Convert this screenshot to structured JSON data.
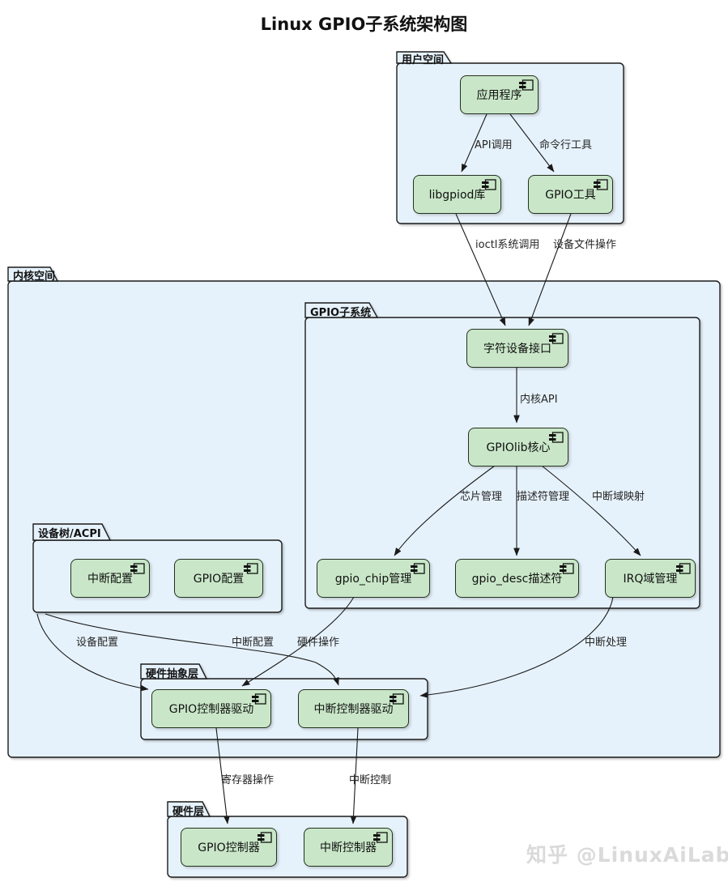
{
  "title": "Linux GPIO子系统架构图",
  "watermark": "知乎 @LinuxAiLab",
  "packages": {
    "user_space": {
      "label": "用户空间"
    },
    "kernel_space": {
      "label": "内核空间"
    },
    "gpio_subsystem": {
      "label": "GPIO子系统"
    },
    "device_tree": {
      "label": "设备树/ACPI"
    },
    "hal": {
      "label": "硬件抽象层"
    },
    "hardware": {
      "label": "硬件层"
    }
  },
  "components": {
    "app": {
      "label": "应用程序"
    },
    "libgpiod": {
      "label": "libgpiod库"
    },
    "gpio_tools": {
      "label": "GPIO工具"
    },
    "chardev": {
      "label": "字符设备接口"
    },
    "gpiolib": {
      "label": "GPIOlib核心"
    },
    "gpio_chip": {
      "label": "gpio_chip管理"
    },
    "gpio_desc": {
      "label": "gpio_desc描述符"
    },
    "irq_domain": {
      "label": "IRQ域管理"
    },
    "irq_config": {
      "label": "中断配置"
    },
    "gpio_config": {
      "label": "GPIO配置"
    },
    "gpio_driver": {
      "label": "GPIO控制器驱动"
    },
    "irq_driver": {
      "label": "中断控制器驱动"
    },
    "gpio_controller": {
      "label": "GPIO控制器"
    },
    "irq_controller": {
      "label": "中断控制器"
    }
  },
  "edge_labels": {
    "api_call": "API调用",
    "cli_tool": "命令行工具",
    "ioctl": "ioctl系统调用",
    "devfile": "设备文件操作",
    "kernel_api": "内核API",
    "chip_mgmt": "芯片管理",
    "desc_mgmt": "描述符管理",
    "irq_map": "中断域映射",
    "dev_config": "设备配置",
    "irq_cfg": "中断配置",
    "hw_op": "硬件操作",
    "irq_handle": "中断处理",
    "reg_op": "寄存器操作",
    "irq_ctrl": "中断控制"
  },
  "colors": {
    "package_fill": "#E6F2FB",
    "package_border": "#1A1A1A",
    "component_fill": "#C9E7C8",
    "component_border": "#24301F",
    "arrow": "#1A1A1A",
    "watermark": "#DADADA",
    "title_text": "#111111"
  }
}
